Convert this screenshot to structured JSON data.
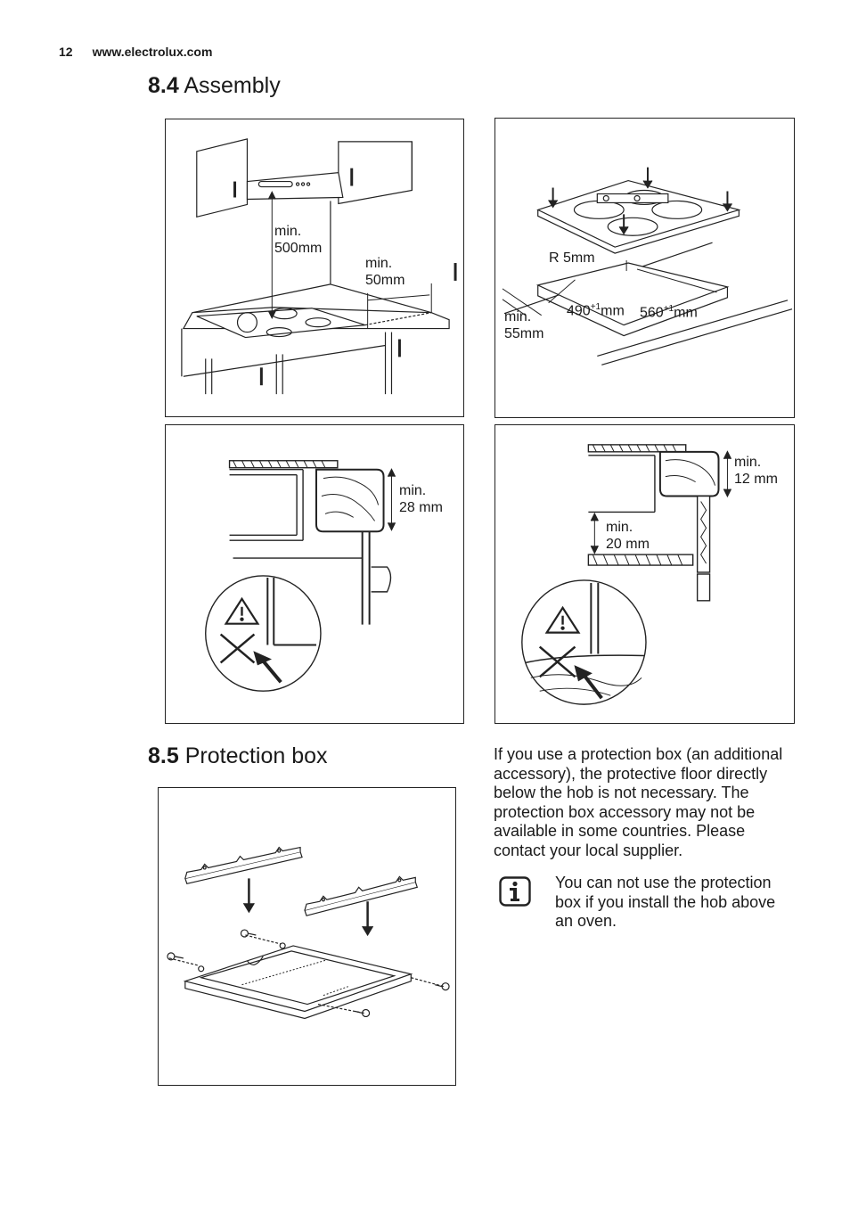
{
  "header": {
    "page_number": "12",
    "website": "www.electrolux.com"
  },
  "section_assembly": {
    "number": "8.4",
    "title": "Assembly"
  },
  "fig1": {
    "min500_a": "min.",
    "min500_b": "500mm",
    "min50_a": "min.",
    "min50_b": "50mm"
  },
  "fig2": {
    "r5": "R 5mm",
    "w490": "490",
    "w560": "560",
    "sup": "+1",
    "unit": "mm",
    "min55_a": "min.",
    "min55_b": "55mm"
  },
  "fig3": {
    "min28_a": "min.",
    "min28_b": "28 mm"
  },
  "fig4": {
    "min12_a": "min.",
    "min12_b": "12 mm",
    "min20_a": "min.",
    "min20_b": "20 mm"
  },
  "section_protection": {
    "number": "8.5",
    "title": "Protection box"
  },
  "paragraph": "If you use a protection box (an additional accessory), the protective floor directly below the hob is not necessary. The protection box accessory may not be available in some countries. Please contact your local supplier.",
  "note": "You can not use the protection box if you install the hob above an oven.",
  "icons": {
    "info": "info-icon",
    "warning": "warning-icon"
  }
}
